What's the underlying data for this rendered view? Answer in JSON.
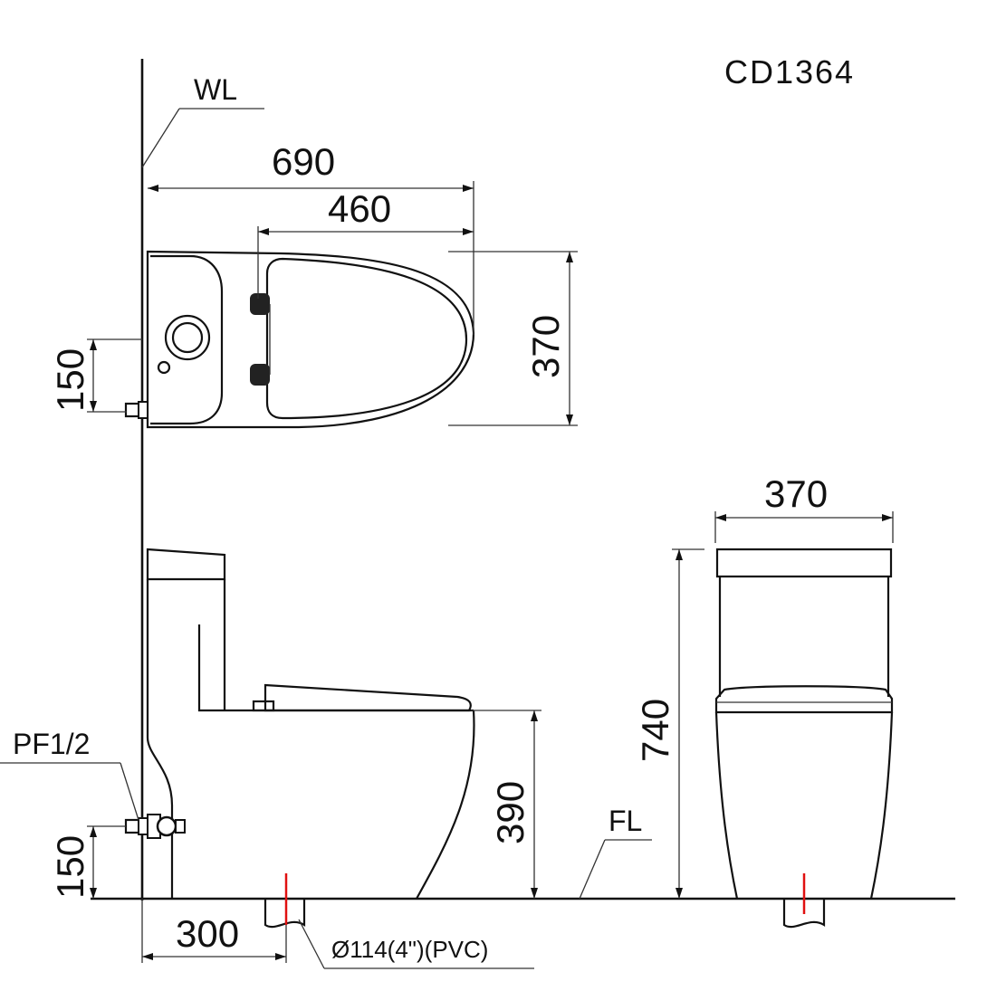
{
  "model": "CD1364",
  "labels": {
    "wall_line": "WL",
    "floor_line": "FL",
    "water_inlet": "PF1/2",
    "drain_pipe": "Ø114(4\")(PVC)"
  },
  "dimensions": {
    "overall_length": "690",
    "seat_length": "460",
    "width_top_view": "370",
    "width_front_view": "370",
    "overall_height": "740",
    "seat_height": "390",
    "inlet_height_top": "150",
    "inlet_height_side": "150",
    "rough_in": "300"
  },
  "colors": {
    "line": "#111111",
    "drain_marker": "#e01010",
    "bolt": "#222222"
  }
}
